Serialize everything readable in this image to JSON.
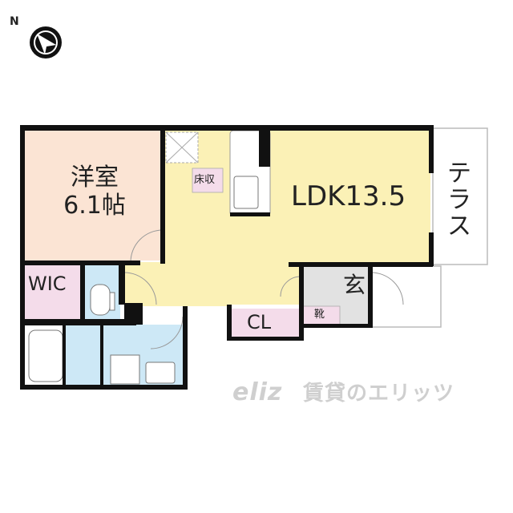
{
  "compass": {
    "label": "N",
    "icon": "north-arrow-icon"
  },
  "rooms": {
    "western_room": {
      "name": "洋室",
      "size": "6.1帖"
    },
    "ldk": {
      "label": "LDK13.5"
    },
    "terrace": {
      "label": "テラス"
    },
    "wic": {
      "label": "WIC"
    },
    "floor_storage": {
      "label": "床収"
    },
    "closet": {
      "label": "CL"
    },
    "entrance": {
      "label": "玄"
    },
    "shoe_box": {
      "label": "靴"
    }
  },
  "watermark": {
    "logo": "eliz",
    "text": "賃貸のエリッツ"
  },
  "colors": {
    "western_room": "#fbe4d4",
    "ldk": "#fbf1b6",
    "wet_area": "#cde8f6",
    "storage": "#f4dcea",
    "entrance": "#e2e2e2",
    "wall": "#111111"
  }
}
